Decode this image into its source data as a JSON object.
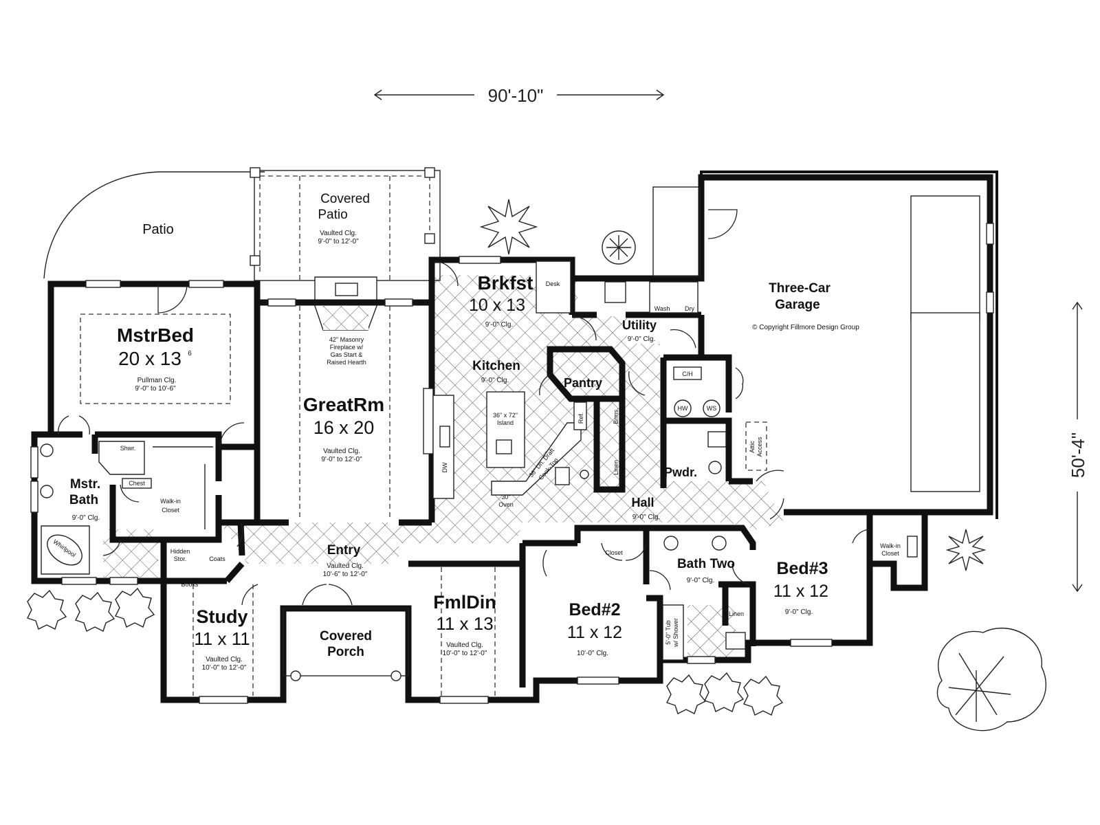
{
  "dimensions": {
    "width": "90'-10\"",
    "depth": "50'-4\""
  },
  "rooms": {
    "patio": {
      "name": "Patio"
    },
    "covered_patio": {
      "name1": "Covered",
      "name2": "Patio",
      "note1": "Vaulted Clg.",
      "note2": "9'-0\" to 12'-0\""
    },
    "fireplace": {
      "l1": "42\" Masonry",
      "l2": "Fireplace w/",
      "l3": "Gas Start &",
      "l4": "Raised Hearth"
    },
    "brkfst": {
      "name": "Brkfst",
      "size": "10 x 13",
      "clg": "9'-0\" Clg.",
      "desk": "Desk"
    },
    "utility": {
      "name": "Utility",
      "clg": "9'-0\" Clg.",
      "wash": "Wash",
      "dry": "Dry"
    },
    "garage": {
      "name1": "Three-Car",
      "name2": "Garage",
      "copyright": "© Copyright Fillmore Design Group"
    },
    "mstrbed": {
      "name": "MstrBed",
      "size": "20 x 13",
      "sup": "6",
      "clg1": "Pullman Clg.",
      "clg2": "9'-0\" to 10'-6\""
    },
    "greatrm": {
      "name": "GreatRm",
      "size": "16 x 20",
      "clg1": "Vaulted Clg.",
      "clg2": "9'-0\" to 12'-0\""
    },
    "kitchen": {
      "name": "Kitchen",
      "clg": "9'-0\" Clg.",
      "island1": "36\" x 72\"",
      "island2": "Island",
      "dw": "DW",
      "ref": "Ref.",
      "brms": "Brms.",
      "cooktop1": "36\" Dn. Draft",
      "cooktop2": "Cook-Top",
      "oven1": "30\"",
      "oven2": "Oven"
    },
    "pantry": {
      "name": "Pantry"
    },
    "linen": {
      "name": "Linen"
    },
    "ch": {
      "name": "C/H"
    },
    "hw": {
      "name": "HW"
    },
    "ws": {
      "name": "WS"
    },
    "attic": {
      "l1": "Attic",
      "l2": "Access"
    },
    "pwdr": {
      "name": "Pwdr."
    },
    "hall": {
      "name": "Hall",
      "clg": "9'-0\" Clg."
    },
    "mstrbath": {
      "name1": "Mstr.",
      "name2": "Bath",
      "clg": "9'-0\" Clg.",
      "shwr": "Shwr.",
      "chest": "Chest",
      "whirlpool": "Whirlpool"
    },
    "walkin_master": {
      "l1": "Walk-in",
      "l2": "Closet"
    },
    "entry": {
      "name": "Entry",
      "clg1": "Vaulted Clg.",
      "clg2": "10'-6\" to 12'-0\""
    },
    "hidden_stor": {
      "l1": "Hidden",
      "l2": "Stor."
    },
    "coats": {
      "name": "Coats"
    },
    "books": {
      "name": "Books"
    },
    "study": {
      "name": "Study",
      "size": "11 x 11",
      "clg1": "Vaulted Clg.",
      "clg2": "10'-0\" to 12'-0\""
    },
    "covered_porch": {
      "name1": "Covered",
      "name2": "Porch"
    },
    "fmldin": {
      "name": "FmlDin",
      "size": "11 x 13",
      "clg1": "Vaulted Clg.",
      "clg2": "10'-0\" to 12'-0\""
    },
    "bed2": {
      "name": "Bed#2",
      "size": "11 x 12",
      "clg": "10'-0\" Clg.",
      "closet": "Closet"
    },
    "bath2": {
      "name": "Bath Two",
      "clg": "9'-0\" Clg.",
      "linen": "Linen",
      "tub1": "5'-0\" Tub",
      "tub2": "w/ Shower"
    },
    "bed3": {
      "name": "Bed#3",
      "size": "11 x 12",
      "clg": "9'-0\" Clg.",
      "walkin1": "Walk-in",
      "walkin2": "Closet"
    }
  }
}
